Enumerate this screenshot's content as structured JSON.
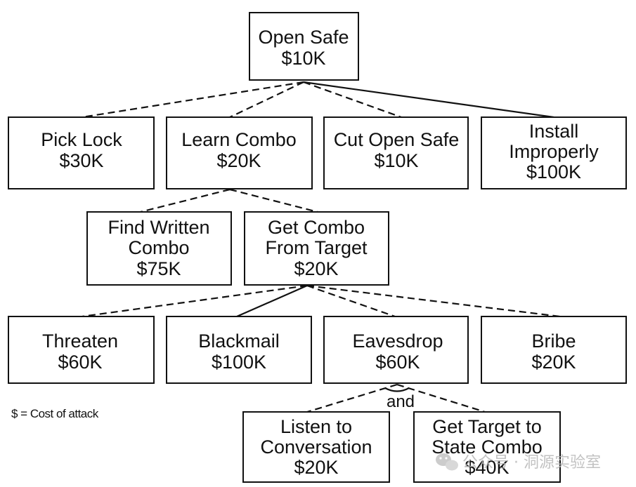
{
  "nodes": {
    "open_safe": {
      "lines": [
        "Open Safe",
        "$10K"
      ]
    },
    "pick_lock": {
      "lines": [
        "Pick Lock",
        "$30K"
      ]
    },
    "learn_combo": {
      "lines": [
        "Learn Combo",
        "$20K"
      ]
    },
    "cut_open_safe": {
      "lines": [
        "Cut Open Safe",
        "$10K"
      ]
    },
    "install_improperly": {
      "lines": [
        "Install",
        "Improperly",
        "$100K"
      ]
    },
    "find_written_combo": {
      "lines": [
        "Find Written",
        "Combo",
        "$75K"
      ]
    },
    "get_combo_from_target": {
      "lines": [
        "Get Combo",
        "From Target",
        "$20K"
      ]
    },
    "threaten": {
      "lines": [
        "Threaten",
        "$60K"
      ]
    },
    "blackmail": {
      "lines": [
        "Blackmail",
        "$100K"
      ]
    },
    "eavesdrop": {
      "lines": [
        "Eavesdrop",
        "$60K"
      ]
    },
    "bribe": {
      "lines": [
        "Bribe",
        "$20K"
      ]
    },
    "listen_to_conversation": {
      "lines": [
        "Listen to",
        "Conversation",
        "$20K"
      ]
    },
    "get_target_to_state_combo": {
      "lines": [
        "Get Target to",
        "State Combo",
        "$40K"
      ]
    }
  },
  "and_label": "and",
  "legend": "$ = Cost of attack",
  "watermark": {
    "icon": "wechat-icon",
    "separator": "·",
    "text": "公众号 · 洞源实验室"
  }
}
